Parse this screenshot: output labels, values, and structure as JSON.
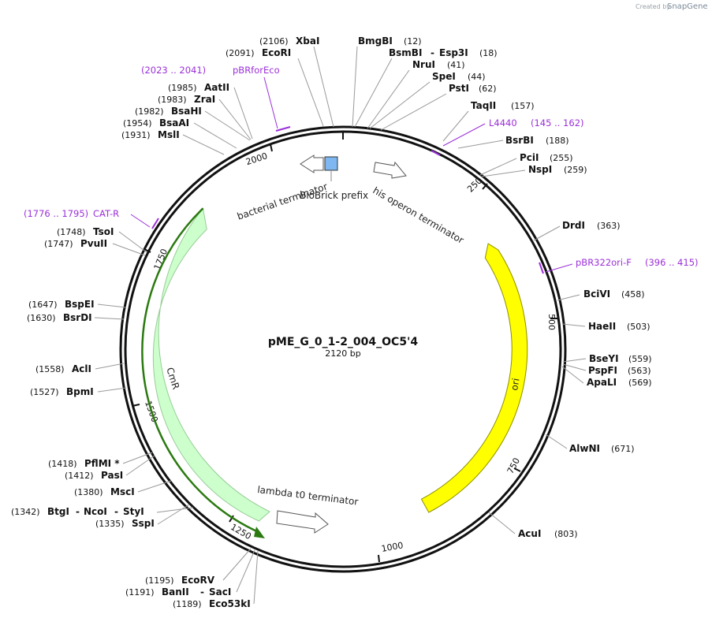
{
  "credit": {
    "prefix": "Created by",
    "brand": "SnapGene"
  },
  "plasmid": {
    "name": "pME_G_0_1-2_004_OC5'4",
    "length_label": "2120 bp",
    "length": 2120
  },
  "colors": {
    "primer": "#9b30d9",
    "ori": "#ffff00",
    "cmr_fill": "#ccffcc",
    "cmr_stroke": "#2a7a10",
    "biobrick": "#7fb8f0"
  },
  "ruler_ticks": [
    "250",
    "500",
    "750",
    "1000",
    "1250",
    "1500",
    "1750",
    "2000"
  ],
  "sites": [
    {
      "name": "XbaI",
      "pos": "(2106)"
    },
    {
      "name": "EcoRI",
      "pos": "(2091)"
    },
    {
      "name": "BmgBI",
      "pos": "(12)"
    },
    {
      "name": "BsmBI",
      "sep": "-",
      "name2": "Esp3I",
      "pos": "(18)"
    },
    {
      "name": "NruI",
      "pos": "(41)"
    },
    {
      "name": "SpeI",
      "pos": "(44)"
    },
    {
      "name": "PstI",
      "pos": "(62)"
    },
    {
      "name": "TaqII",
      "pos": "(157)"
    },
    {
      "name": "BsrBI",
      "pos": "(188)"
    },
    {
      "name": "PciI",
      "pos": "(255)"
    },
    {
      "name": "NspI",
      "pos": "(259)"
    },
    {
      "name": "DrdI",
      "pos": "(363)"
    },
    {
      "name": "BciVI",
      "pos": "(458)"
    },
    {
      "name": "HaeII",
      "pos": "(503)"
    },
    {
      "name": "BseYI",
      "pos": "(559)"
    },
    {
      "name": "PspFI",
      "pos": "(563)"
    },
    {
      "name": "ApaLI",
      "pos": "(569)"
    },
    {
      "name": "AlwNI",
      "pos": "(671)"
    },
    {
      "name": "AcuI",
      "pos": "(803)"
    },
    {
      "name": "EcoRV",
      "pos": "(1195)"
    },
    {
      "name": "BanII",
      "sep": "-",
      "name2": "SacI",
      "pos": "(1191)"
    },
    {
      "name": "Eco53kI",
      "pos": "(1189)"
    },
    {
      "name": "BtgI",
      "sep": "-",
      "name2": "NcoI",
      "sep2": "-",
      "name3": "StyI",
      "pos": "(1342)"
    },
    {
      "name": "SspI",
      "pos": "(1335)"
    },
    {
      "name": "MscI",
      "pos": "(1380)"
    },
    {
      "name": "PasI",
      "pos": "(1412)"
    },
    {
      "name": "PflMI *",
      "pos": "(1418)"
    },
    {
      "name": "BpmI",
      "pos": "(1527)"
    },
    {
      "name": "AclI",
      "pos": "(1558)"
    },
    {
      "name": "BsrDI",
      "pos": "(1630)"
    },
    {
      "name": "BspEI",
      "pos": "(1647)"
    },
    {
      "name": "PvuII",
      "pos": "(1747)"
    },
    {
      "name": "TsoI",
      "pos": "(1748)"
    },
    {
      "name": "MslI",
      "pos": "(1931)"
    },
    {
      "name": "BsaAI",
      "pos": "(1954)"
    },
    {
      "name": "BsaHI",
      "pos": "(1982)"
    },
    {
      "name": "ZraI",
      "pos": "(1983)"
    },
    {
      "name": "AatII",
      "pos": "(1985)"
    }
  ],
  "primers": [
    {
      "range": "(2023 .. 2041)",
      "name": "pBRforEco"
    },
    {
      "range": "(145 .. 162)",
      "name": "L4440"
    },
    {
      "range": "(396 .. 415)",
      "name": "pBR322ori-F"
    },
    {
      "range": "(1776 .. 1795)",
      "name": "CAT-R"
    }
  ],
  "features": {
    "bacterial_terminator": "bacterial terminator",
    "biobrick_prefix": "BioBrick prefix",
    "his_operon_terminator": "his operon terminator",
    "ori": "ori",
    "cmr": "CmR",
    "lambda_t0_terminator": "lambda t0 terminator"
  }
}
